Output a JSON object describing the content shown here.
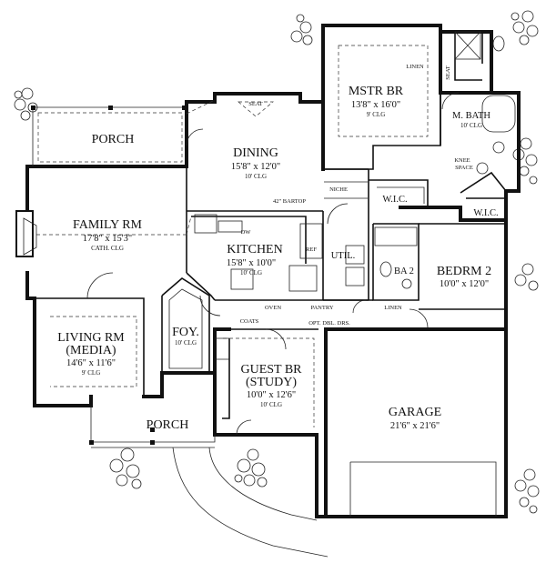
{
  "rooms": {
    "porch_top": {
      "name": "PORCH"
    },
    "dining": {
      "name": "DINING",
      "dims": "15'8\" x 12'0\"",
      "clg": "10' CLG"
    },
    "mstr_br": {
      "name": "MSTR BR",
      "dims": "13'8\" x 16'0\"",
      "clg": "9' CLG"
    },
    "m_bath": {
      "name": "M. BATH",
      "clg": "10' CLG"
    },
    "family_rm": {
      "name": "FAMILY RM",
      "dims": "17'8\" x 15'3\"",
      "clg": "CATH. CLG"
    },
    "kitchen": {
      "name": "KITCHEN",
      "dims": "15'8\" x 10'0\"",
      "clg": "10' CLG"
    },
    "util": {
      "name": "UTIL."
    },
    "ba2": {
      "name": "BA 2"
    },
    "bedrm2": {
      "name": "BEDRM 2",
      "dims": "10'0\" x 12'0\""
    },
    "living_rm": {
      "name1": "LIVING RM",
      "name2": "(MEDIA)",
      "dims": "14'6\" x 11'6\"",
      "clg": "9' CLG"
    },
    "foy": {
      "name": "FOY.",
      "clg": "10' CLG"
    },
    "guest_br": {
      "name1": "GUEST BR",
      "name2": "(STUDY)",
      "dims": "10'0\" x 12'6\"",
      "clg": "10' CLG"
    },
    "garage": {
      "name": "GARAGE",
      "dims": "21'6\" x 21'6\""
    },
    "porch_front": {
      "name": "PORCH"
    }
  },
  "labels": {
    "seat_dining": "SEAT",
    "seat_bath": "SEAT",
    "linen_mstr": "LINEN",
    "knee_space1": "KNEE",
    "knee_space2": "SPACE",
    "niche": "NICHE",
    "bartop": "42\" BARTOP",
    "dw": "DW",
    "ref": "REF",
    "wic1": "W.I.C.",
    "wic2": "W.I.C.",
    "oven": "OVEN",
    "pantry": "PANTRY",
    "linen_hall": "LINEN",
    "coats": "COATS",
    "opt_dbl_drs": "OPT. DBL. DRS."
  }
}
